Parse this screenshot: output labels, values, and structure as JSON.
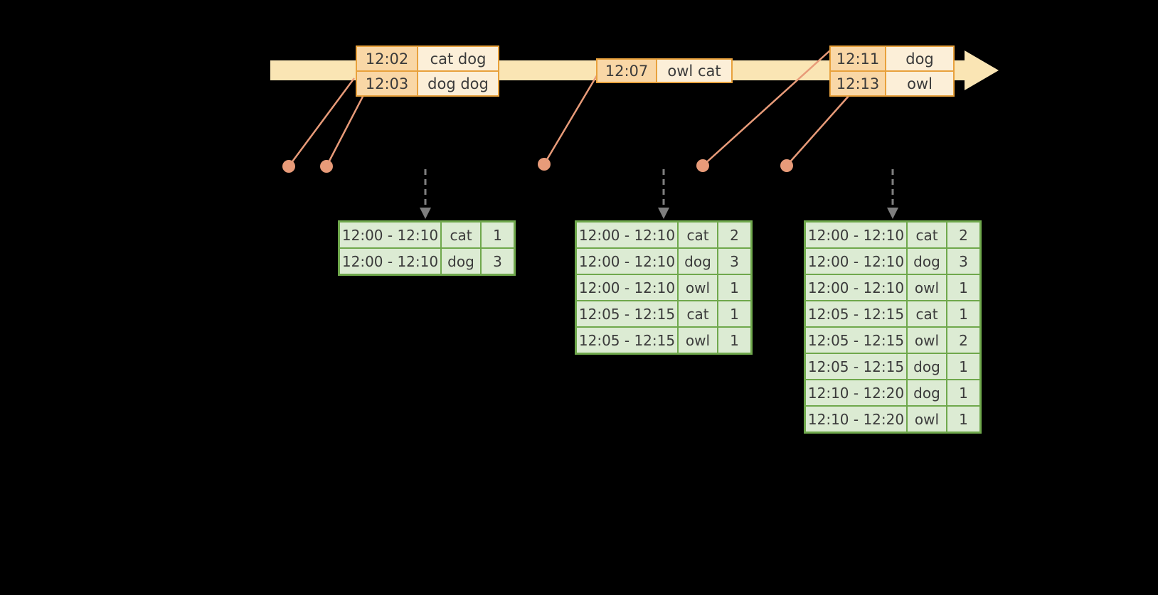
{
  "colors": {
    "background": "#000000",
    "timeline": "#FAE5B4",
    "event_border": "#E8A13C",
    "event_time_bg": "#F9D7A6",
    "event_words_bg": "#FCEFD8",
    "connector": "#E89B79",
    "dashed_arrow": "#7F7F7F",
    "result_border": "#6FA84C",
    "result_cell_bg": "#DCEBD3",
    "text": "#3B3B3B"
  },
  "event_tables": [
    {
      "rows": [
        [
          "12:02",
          "cat dog"
        ],
        [
          "12:03",
          "dog dog"
        ]
      ]
    },
    {
      "rows": [
        [
          "12:07",
          "owl cat"
        ]
      ]
    },
    {
      "rows": [
        [
          "12:11",
          "dog"
        ],
        [
          "12:13",
          "owl"
        ]
      ]
    }
  ],
  "result_tables": [
    {
      "rows": [
        [
          "12:00 - 12:10",
          "cat",
          "1"
        ],
        [
          "12:00 - 12:10",
          "dog",
          "3"
        ]
      ]
    },
    {
      "rows": [
        [
          "12:00 - 12:10",
          "cat",
          "2"
        ],
        [
          "12:00 - 12:10",
          "dog",
          "3"
        ],
        [
          "12:00 - 12:10",
          "owl",
          "1"
        ],
        [
          "12:05 - 12:15",
          "cat",
          "1"
        ],
        [
          "12:05 - 12:15",
          "owl",
          "1"
        ]
      ]
    },
    {
      "rows": [
        [
          "12:00 - 12:10",
          "cat",
          "2"
        ],
        [
          "12:00 - 12:10",
          "dog",
          "3"
        ],
        [
          "12:00 - 12:10",
          "owl",
          "1"
        ],
        [
          "12:05 - 12:15",
          "cat",
          "1"
        ],
        [
          "12:05 - 12:15",
          "owl",
          "2"
        ],
        [
          "12:05 - 12:15",
          "dog",
          "1"
        ],
        [
          "12:10 - 12:20",
          "dog",
          "1"
        ],
        [
          "12:10 - 12:20",
          "owl",
          "1"
        ]
      ]
    }
  ]
}
